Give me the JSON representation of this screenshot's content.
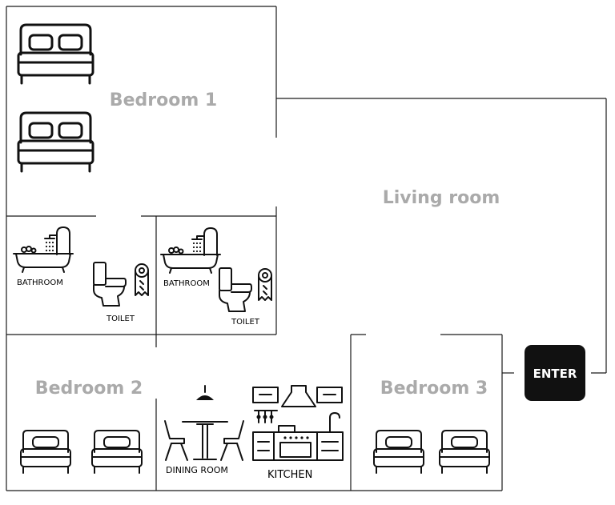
{
  "rooms": {
    "bedroom1": "Bedroom 1",
    "living": "Living room",
    "bedroom2": "Bedroom 2",
    "bedroom3": "Bedroom 3",
    "bathroom_a": "BATHROOM",
    "toilet_a": "TOILET",
    "bathroom_b": "BATHROOM",
    "toilet_b": "TOILET",
    "dining": "DINING ROOM",
    "kitchen": "KITCHEN"
  },
  "entrance": {
    "label": "ENTER"
  },
  "colors": {
    "room_label": "#aaaaaa",
    "wall": "#1a1a1a",
    "enter_bg": "#111111"
  },
  "icons": [
    "double-bed-icon",
    "single-bed-icon",
    "bathtub-icon",
    "toilet-icon",
    "toilet-paper-icon",
    "dining-table-icon",
    "kitchen-icon"
  ]
}
